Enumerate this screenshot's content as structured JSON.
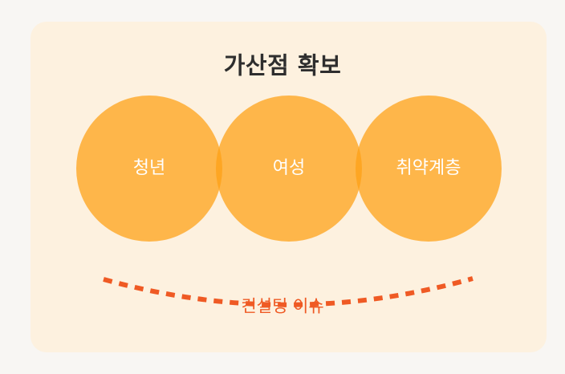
{
  "diagram": {
    "title": "가산점 확보",
    "groups": [
      {
        "label": "청년"
      },
      {
        "label": "여성"
      },
      {
        "label": "취약계층"
      }
    ],
    "arc_label": "컨설팅 이슈",
    "colors": {
      "card_background": "#fdf1df",
      "circle_fill": "#fda016",
      "arc_stroke": "#ef5a24",
      "title_text": "#2e2e2e",
      "label_text": "#ffffff"
    }
  }
}
